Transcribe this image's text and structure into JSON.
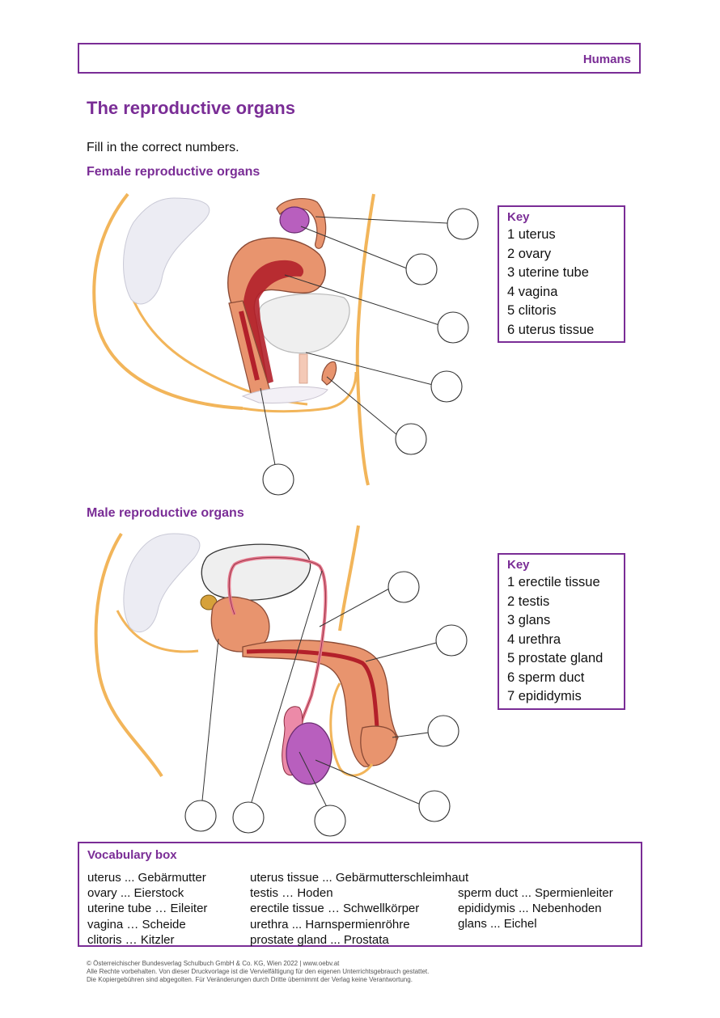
{
  "header": {
    "label": "Humans"
  },
  "page": {
    "title": "The reproductive organs",
    "instruction": "Fill in the correct numbers."
  },
  "female": {
    "heading": "Female reproductive organs",
    "key_title": "Key",
    "key_items": [
      "1 uterus",
      "2 ovary",
      "3 uterine tube",
      "4 vagina",
      "5 clitoris",
      "6 uterus tissue"
    ]
  },
  "male": {
    "heading": "Male reproductive organs",
    "key_title": "Key",
    "key_items": [
      "1 erectile tissue",
      "2 testis",
      "3 glans",
      "4 urethra",
      "5 prostate gland",
      "6 sperm duct",
      "7 epididymis"
    ]
  },
  "vocabulary": {
    "title": "Vocabulary box",
    "col1": [
      "uterus ... Gebärmutter",
      "ovary ... Eierstock",
      "uterine tube … Eileiter",
      "vagina … Scheide",
      "clitoris … Kitzler"
    ],
    "col2": [
      "uterus tissue ... Gebärmutterschleimhaut",
      "testis … Hoden",
      "erectile tissue … Schwellkörper",
      "urethra ... Harnspermienröhre",
      "prostate gland ... Prostata"
    ],
    "col3": [
      "sperm duct ... Spermienleiter",
      "epididymis ... Nebenhoden",
      "glans ... Eichel"
    ]
  },
  "footer": {
    "line1": "© Österreichischer Bundesverlag Schulbuch GmbH & Co. KG, Wien 2022 | www.oebv.at",
    "line2": "Alle Rechte vorbehalten. Von dieser Druckvorlage ist die Vervielfältigung für den eigenen Unterrichtsgebrauch gestattet.",
    "line3": "Die Kopiergebühren sind abgegolten. Für Veränderungen durch Dritte übernimmt der Verlag keine Verantwortung."
  },
  "colors": {
    "accent": "#7a2d96",
    "skin_outline": "#f2b55a",
    "tissue": "#e8946e",
    "lining": "#b3202a",
    "ovary": "#b85fbe"
  }
}
